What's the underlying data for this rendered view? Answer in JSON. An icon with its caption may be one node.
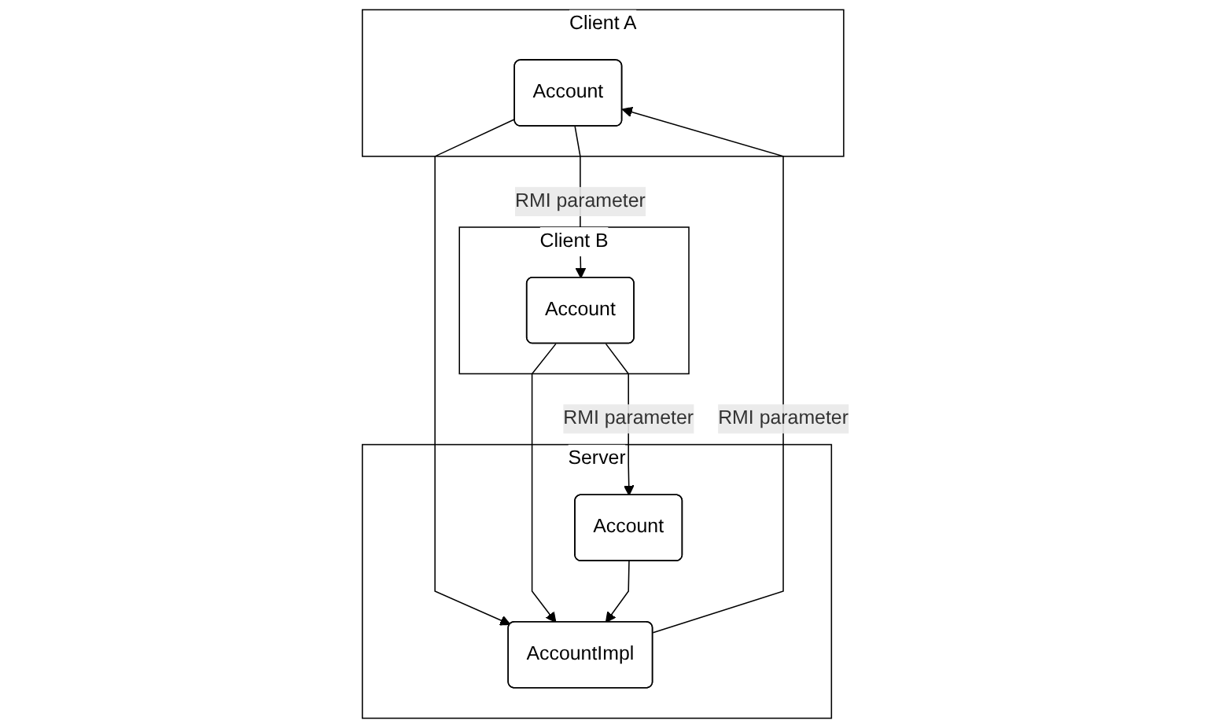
{
  "diagram": {
    "nodes": [
      {
        "text": [
          "Client A"
        ]
      },
      {
        "text": [
          "Account"
        ],
        "in": 0
      },
      {
        "text": [
          "Client B"
        ]
      },
      {
        "text": [
          "Account"
        ],
        "in": 2
      },
      {
        "text": [
          "Server"
        ]
      },
      {
        "text": [
          "AccountImpl"
        ],
        "in": 4
      },
      {
        "text": [
          "Account"
        ],
        "in": 4
      }
    ],
    "edges": [
      {
        "from": 1,
        "to": 3,
        "arrow": "to",
        "label": "RMI parameter"
      },
      {
        "from": 1,
        "to": 5,
        "arrow": "to"
      },
      {
        "from": 3,
        "to": 5,
        "arrow": "to"
      },
      {
        "from": 5,
        "to": 1,
        "arrow": "to",
        "label": "RMI parameter"
      },
      {
        "from": 3,
        "to": 6,
        "arrow": "to",
        "label": "RMI parameter"
      },
      {
        "from": 6,
        "to": 5,
        "arrow": "to"
      }
    ]
  }
}
